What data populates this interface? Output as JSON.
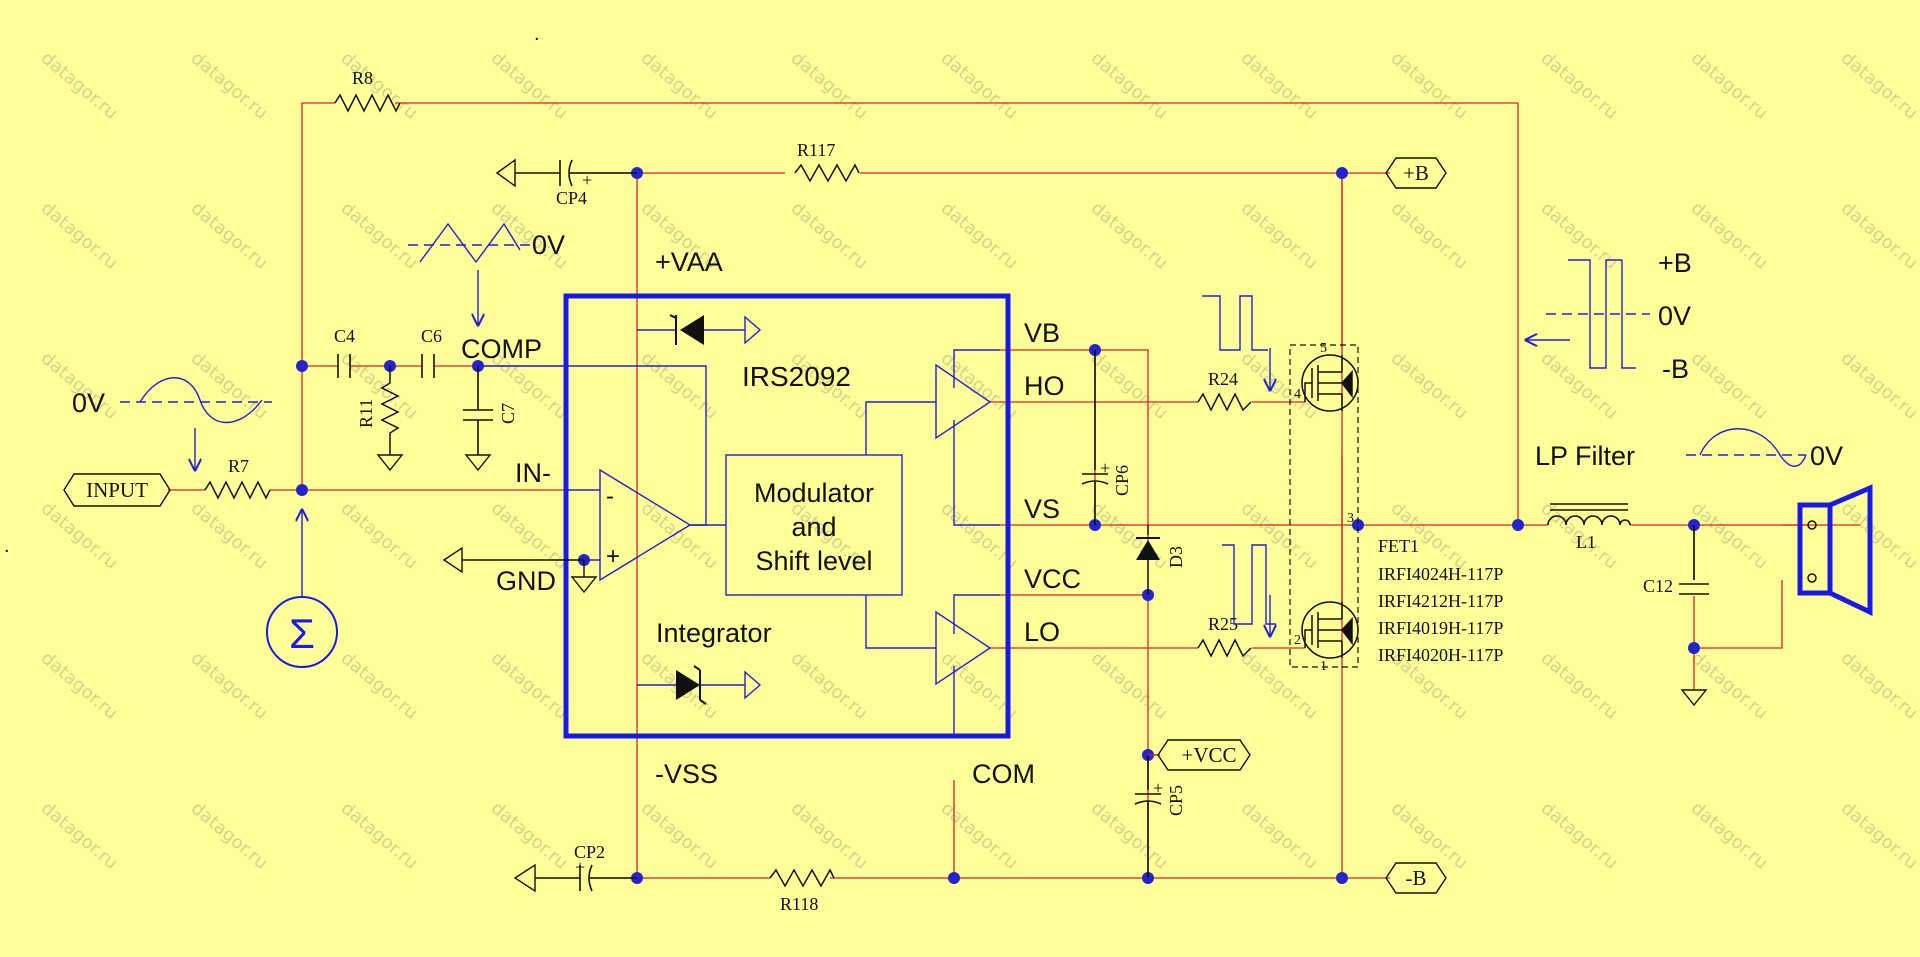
{
  "watermark": "datagor.ru",
  "colors": {
    "background": "#ffff99",
    "wire": "#d42424",
    "component": "#2222cc",
    "ic_border": "#1a1ae6"
  },
  "ic": {
    "name": "IRS2092",
    "block_label": [
      "Modulator",
      "and",
      "Shift level"
    ],
    "integrator_label": "Integrator",
    "pins": {
      "vaa": "+VAA",
      "vss": "-VSS",
      "comp": "COMP",
      "in_minus": "IN-",
      "gnd": "GND",
      "vb": "VB",
      "ho": "HO",
      "vs": "VS",
      "vcc": "VCC",
      "lo": "LO",
      "com": "COM"
    },
    "opamp_minus": "-",
    "opamp_plus": "+"
  },
  "components": {
    "r8": "R8",
    "r117": "R117",
    "r118": "R118",
    "r7": "R7",
    "r11": "R11",
    "r24": "R24",
    "r25": "R25",
    "c4": "C4",
    "c6": "C6",
    "c7": "C7",
    "c12": "C12",
    "cp2": "CP2",
    "cp4": "CP4",
    "cp5": "CP5",
    "cp6": "CP6",
    "d3": "D3",
    "l1": "L1",
    "fet_ref": "FET1"
  },
  "fet_models": [
    "IRFI4024H-117P",
    "IRFI4212H-117P",
    "IRFI4019H-117P",
    "IRFI4020H-117P"
  ],
  "fet_pins": {
    "p5": "5",
    "p4": "4",
    "p3": "3",
    "p2": "2",
    "p1": "1"
  },
  "ports": {
    "input": "INPUT",
    "plus_b": "+B",
    "minus_b": "-B",
    "plus_vcc": "+VCC"
  },
  "waveforms": {
    "input_ref": "0V",
    "triangle_ref": "0V",
    "pwm_top": "+B",
    "pwm_mid": "0V",
    "pwm_bottom": "-B",
    "output_ref": "0V"
  },
  "filter_label": "LP Filter",
  "summing_symbol": "Σ",
  "stray_marks": "."
}
